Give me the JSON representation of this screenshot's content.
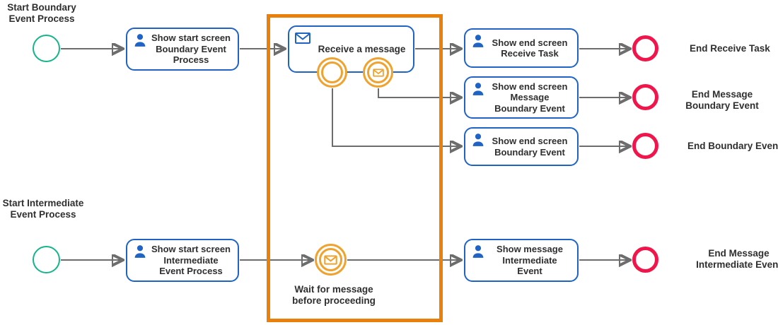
{
  "colors": {
    "task_border": "#1f63c5",
    "icon_blue": "#1f63c5",
    "start_green": "#14b58a",
    "end_red": "#f0154a",
    "event_amber": "#efa32e",
    "highlight_orange": "#e8800a",
    "connector_gray": "#6d6d6d",
    "text_color": "#2f2f2f"
  },
  "top_flow": {
    "start_label": "Start Boundary\nEvent Process",
    "start_task": "Show start screen\nBoundary Event\nProcess",
    "receive_task": "Receive a message",
    "end_receive_task": "Show end screen\nReceive Task",
    "end_message_boundary_task": "Show end screen\nMessage\nBoundary Event",
    "end_boundary_task": "Show end screen\nBoundary Event",
    "end_receive_label": "End Receive Task",
    "end_message_boundary_label": "End Message\nBoundary Event",
    "end_boundary_label": "End Boundary Event"
  },
  "bottom_flow": {
    "start_label": "Start Intermediate\nEvent Process",
    "start_task": "Show start screen\nIntermediate\nEvent Process",
    "wait_event_label": "Wait for message\nbefore proceeding",
    "show_message_task": "Show message\nIntermediate\nEvent",
    "end_label": "End Message\nIntermediate Event"
  }
}
